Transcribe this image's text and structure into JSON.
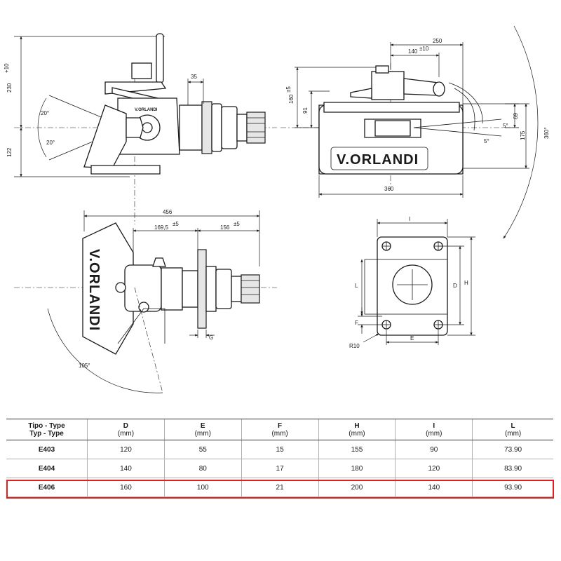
{
  "brand": "V.ORLANDI",
  "brand_small": "V.ORLANDI",
  "side_view": {
    "dim_top": "230",
    "dim_top_tol": "+10",
    "dim_bottom": "122",
    "dim_width": "35",
    "angle_up": "20°",
    "angle_down": "20°"
  },
  "rear_view": {
    "dim_total": "250",
    "dim_partial": "140",
    "dim_partial_tol": "±10",
    "dim_h1": "160",
    "dim_h1_tol": "±5",
    "dim_h2": "91",
    "dim_right1": "69",
    "dim_right2": "175",
    "angle_small1": "5°",
    "angle_small2": "5°",
    "dim_base": "360",
    "rotation": "360°"
  },
  "top_view": {
    "dim_total": "456",
    "dim_a": "169,5",
    "dim_a_tol": "±5",
    "dim_b": "156",
    "dim_b_tol": "±5",
    "label_g": "G",
    "angle": "105°"
  },
  "plate_view": {
    "label_i": "I",
    "label_l": "L",
    "label_d": "D",
    "label_h": "H",
    "label_f": "F",
    "label_e": "E",
    "radius": "R10"
  },
  "table": {
    "type_header_1": "Tipo - Type",
    "type_header_2": "Typ - Type",
    "columns": [
      {
        "name": "D",
        "unit": "(mm)"
      },
      {
        "name": "E",
        "unit": "(mm)"
      },
      {
        "name": "F",
        "unit": "(mm)"
      },
      {
        "name": "H",
        "unit": "(mm)"
      },
      {
        "name": "I",
        "unit": "(mm)"
      },
      {
        "name": "L",
        "unit": "(mm)"
      }
    ],
    "rows": [
      {
        "type": "E403",
        "values": [
          "120",
          "55",
          "15",
          "155",
          "90",
          "73.90"
        ]
      },
      {
        "type": "E404",
        "values": [
          "140",
          "80",
          "17",
          "180",
          "120",
          "83.90"
        ]
      },
      {
        "type": "E406",
        "values": [
          "160",
          "100",
          "21",
          "200",
          "140",
          "93.90"
        ]
      }
    ],
    "highlight_color": "#e02020"
  }
}
